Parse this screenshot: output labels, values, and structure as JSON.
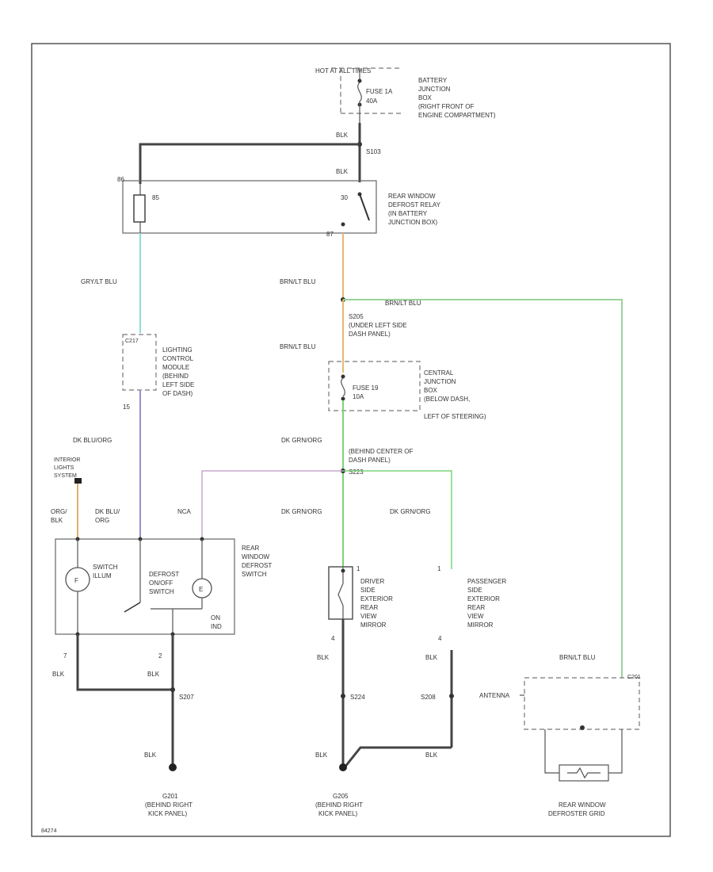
{
  "wire_colors": {
    "BLK": "#444444",
    "GRY_LT_BLU": "#8fdcd6",
    "BRN_LT_BLU": "#e8b870",
    "BRN_LT_BLU_GREEN": "#9ad39a",
    "DK_GRN_ORG": "#7ad47a",
    "DK_BLU_ORG": "#9a90cc",
    "ORG_BLK": "#e0b070",
    "VIOLET": "#c8a8cc"
  },
  "power": {
    "hot": "HOT AT ALL TIMES",
    "fuse_a": "FUSE 1A",
    "fuse_a_rating": "40A",
    "battery_jb": [
      "BATTERY",
      "JUNCTION",
      "BOX",
      "(RIGHT FRONT OF",
      "ENGINE COMPARTMENT)"
    ],
    "splice_top": "S103"
  },
  "relay": {
    "title": [
      "REAR WINDOW",
      "DEFROST RELAY",
      "(IN BATTERY",
      "JUNCTION BOX)"
    ],
    "pin_86": "86",
    "pin_85": "85",
    "pin_30": "30",
    "pin_87": "87"
  },
  "lcm": {
    "title": [
      "LIGHTING",
      "CONTROL",
      "MODULE",
      "(BEHIND",
      "LEFT SIDE",
      "OF DASH)"
    ],
    "conn": "C217",
    "pin": "15"
  },
  "splices": {
    "s205": [
      "S205",
      "(UNDER LEFT SIDE",
      "DASH PANEL)"
    ],
    "s223": [
      "(BEHIND CENTER OF",
      "DASH PANEL)",
      "S223"
    ],
    "s207": "S207",
    "s224": "S224",
    "s208": "S208"
  },
  "cjb": {
    "fuse": "FUSE 19",
    "rating": "10A",
    "title": [
      "CENTRAL",
      "JUNCTION",
      "BOX",
      "(BELOW DASH,",
      "LEFT OF STEERING)"
    ]
  },
  "wires": {
    "blk": "BLK",
    "gry_lt_blu": "GRY/LT BLU",
    "brn_lt_blu": "BRN/LT BLU",
    "dk_blu_org": "DK BLU/ORG",
    "dk_blu_org_2": [
      "DK BLU/",
      "ORG"
    ],
    "dk_grn_org": "DK GRN/ORG",
    "org_blk": [
      "ORG/",
      "BLK"
    ],
    "nca": "NCA"
  },
  "switch": {
    "illum_label": [
      "INTERIOR",
      "LIGHTS",
      "SYSTEM"
    ],
    "bulb": [
      "SWITCH",
      "ILLUM"
    ],
    "sw": [
      "DEFROST",
      "ON/OFF",
      "SWITCH"
    ],
    "title": [
      "REAR",
      "WINDOW",
      "DEFROST",
      "SWITCH"
    ],
    "on": "ON",
    "ind": "IND",
    "pin7": "7",
    "pin2": "2"
  },
  "mirrors": {
    "driver": [
      "DRIVER",
      "SIDE",
      "EXTERIOR",
      "REAR",
      "VIEW",
      "MIRROR"
    ],
    "passenger": [
      "PASSENGER",
      "SIDE",
      "EXTERIOR",
      "REAR",
      "VIEW",
      "MIRROR"
    ],
    "pin1": "1",
    "pin4": "4"
  },
  "defroster": {
    "conn": "C201",
    "antenna": "ANTENNA",
    "title": [
      "REAR WINDOW",
      "DEFROSTER GRID"
    ]
  },
  "grounds": {
    "g201": [
      "G201",
      "(BEHIND RIGHT",
      "KICK PANEL)"
    ],
    "g205": [
      "G205",
      "(BEHIND RIGHT",
      "KICK PANEL)"
    ]
  },
  "footer_id": "84274"
}
